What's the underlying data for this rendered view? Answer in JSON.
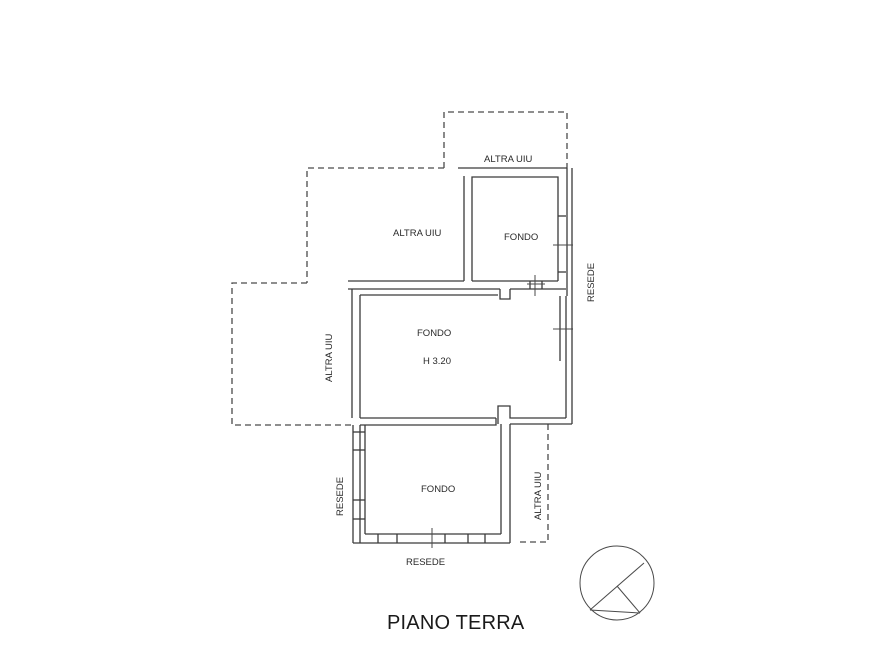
{
  "drawing": {
    "title": "PIANO TERRA",
    "rooms": [
      {
        "id": "fondo-top",
        "label": "FONDO"
      },
      {
        "id": "fondo-main",
        "label": "FONDO",
        "height_label": "H 3.20"
      },
      {
        "id": "fondo-bottom",
        "label": "FONDO"
      }
    ],
    "labels": {
      "altra_uiu_top": "ALTRA UIU",
      "altra_uiu_mid": "ALTRA UIU",
      "altra_uiu_left": "ALTRA UIU",
      "altra_uiu_right": "ALTRA UIU",
      "resede_right": "RESEDE",
      "resede_left": "RESEDE",
      "resede_bottom": "RESEDE"
    },
    "north_arrow": "compass-north-symbol"
  }
}
